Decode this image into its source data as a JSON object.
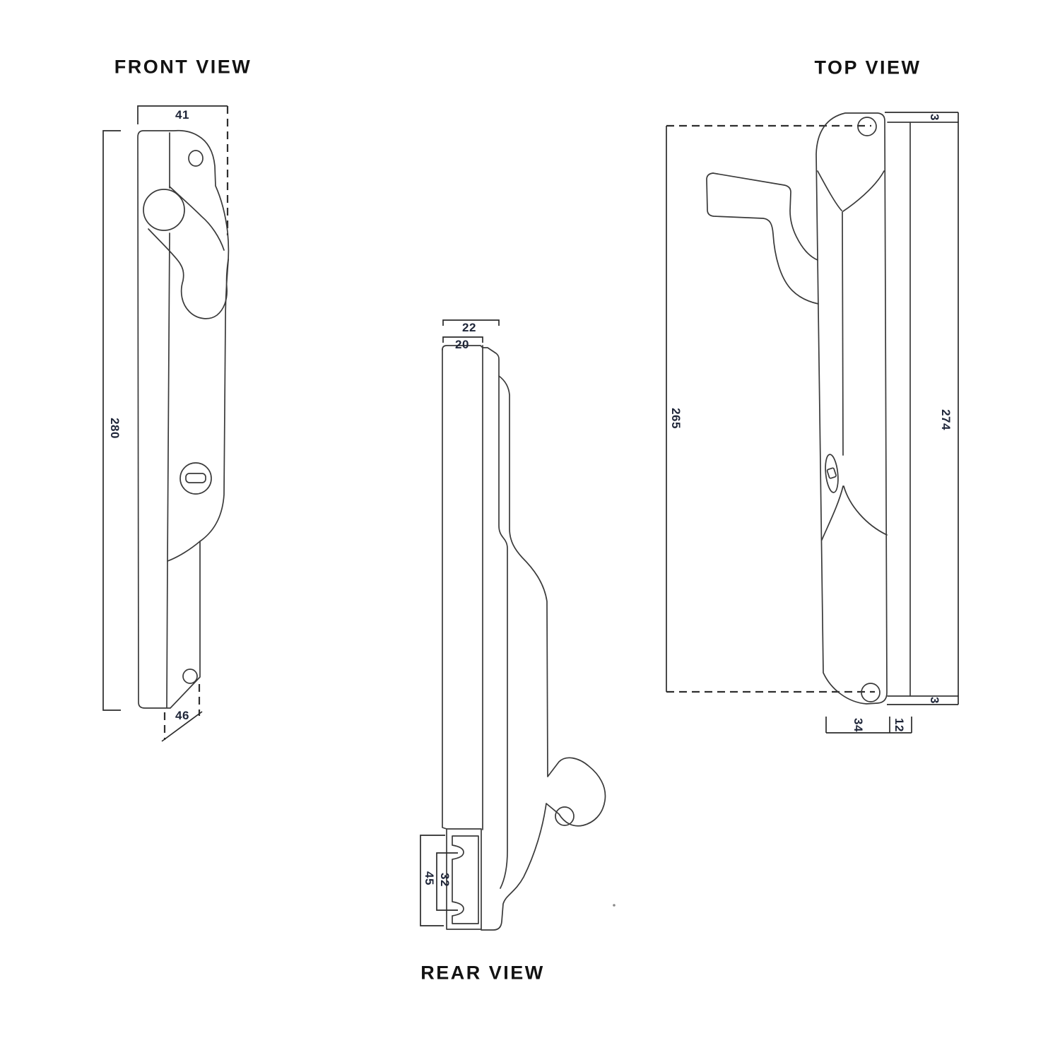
{
  "views": {
    "front": {
      "title": "FRONT VIEW",
      "dimensions": {
        "plate_width": "41",
        "overall_height": "280",
        "bottom_diagonal": "46"
      }
    },
    "top": {
      "title": "TOP VIEW",
      "dimensions": {
        "top_gap": "3",
        "handle_length": "265",
        "overall_length": "274",
        "bottom_gap": "3",
        "plate_depth": "34",
        "keeper_depth": "12"
      }
    },
    "rear": {
      "title": "REAR VIEW",
      "dimensions": {
        "head_width": "22",
        "bar_width": "20",
        "bracket_length": "45",
        "notch_spacing": "32"
      }
    }
  },
  "colors": {
    "background": "#ffffff",
    "line": "#3a3a3a",
    "dimension_line": "#2b2b2b",
    "dimension_text": "#1e2538",
    "title_text": "#121212"
  }
}
